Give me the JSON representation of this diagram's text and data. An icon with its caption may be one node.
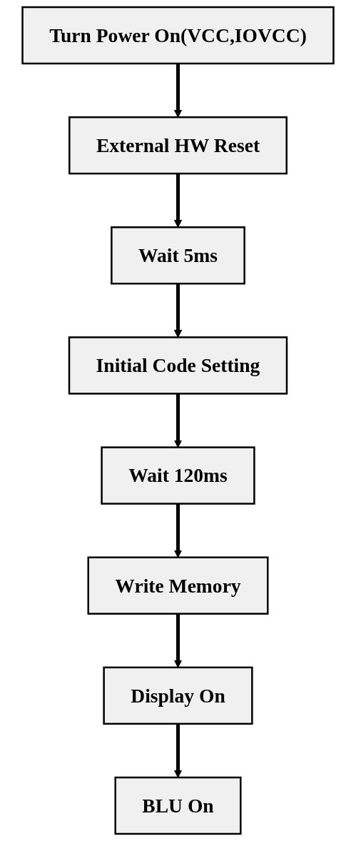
{
  "diagram": {
    "nodes": [
      {
        "text": [
          "Turn Power On(VCC,IOVCC)"
        ]
      },
      {
        "text": [
          "External HW Reset"
        ]
      },
      {
        "text": [
          "Wait 5ms"
        ]
      },
      {
        "text": [
          "Initial Code Setting"
        ]
      },
      {
        "text": [
          "Wait 120ms"
        ]
      },
      {
        "text": [
          "Write Memory"
        ]
      },
      {
        "text": [
          "Display On"
        ]
      },
      {
        "text": [
          "BLU On"
        ]
      }
    ],
    "edges": [
      {
        "from": 0,
        "to": 1,
        "arrow": "to"
      },
      {
        "from": 1,
        "to": 2,
        "arrow": "to"
      },
      {
        "from": 2,
        "to": 3,
        "arrow": "to"
      },
      {
        "from": 3,
        "to": 4,
        "arrow": "to"
      },
      {
        "from": 4,
        "to": 5,
        "arrow": "to"
      },
      {
        "from": 5,
        "to": 6,
        "arrow": "to"
      },
      {
        "from": 6,
        "to": 7,
        "arrow": "to"
      }
    ]
  }
}
